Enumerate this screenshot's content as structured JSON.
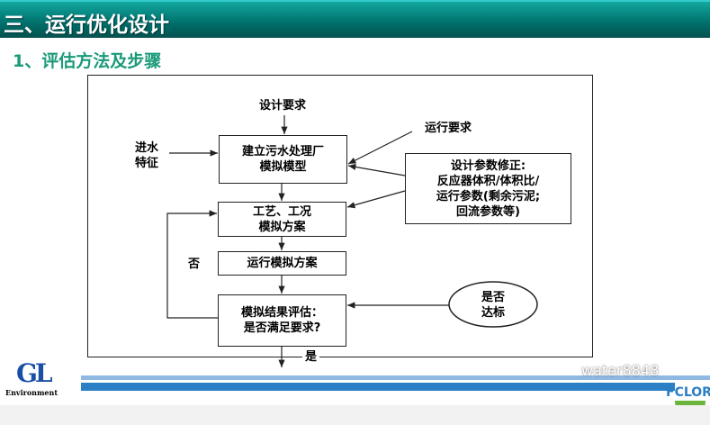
{
  "header": {
    "title": "三、运行优化设计"
  },
  "subtitle": "1、评估方法及步骤",
  "diagram": {
    "design_req": "设计要求",
    "op_req": "运行要求",
    "influent": [
      "进水",
      "特征"
    ],
    "model_box": [
      "建立污水处理厂",
      "模拟模型"
    ],
    "param_box": [
      "设计参数修正:",
      "反应器体积/体积比/",
      "运行参数(剩余污泥;",
      "回流参数等)"
    ],
    "scheme_box": [
      "工艺、工况",
      "模拟方案"
    ],
    "run_box": "运行模拟方案",
    "eval_box": [
      "模拟结果评估：",
      "是否满足要求?"
    ],
    "target_ellipse": [
      "是否",
      "达标"
    ],
    "no": "否",
    "yes": "是"
  },
  "footer": {
    "logo_left": "GL",
    "logo_left_sub": "Environment",
    "watermark": "water8848",
    "logo_right": "FCLOR"
  }
}
